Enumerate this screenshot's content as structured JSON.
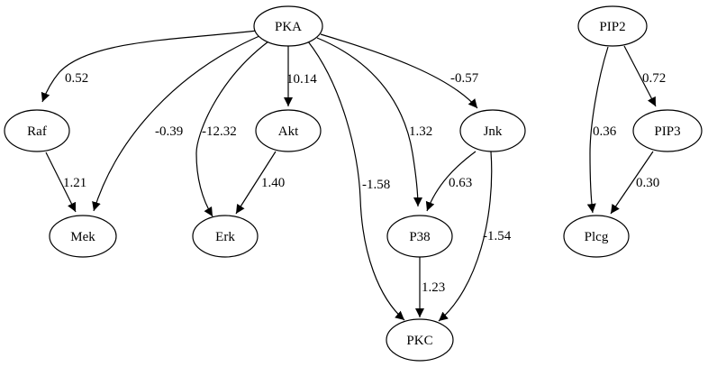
{
  "nodes": {
    "pka": "PKA",
    "raf": "Raf",
    "akt": "Akt",
    "jnk": "Jnk",
    "mek": "Mek",
    "erk": "Erk",
    "p38": "P38",
    "pkc": "PKC",
    "pip2": "PIP2",
    "pip3": "PIP3",
    "plcg": "Plcg"
  },
  "edges": {
    "pka_raf": "0.52",
    "pka_mek": "-0.39",
    "pka_erk": "-12.32",
    "pka_akt": "10.14",
    "pka_pkc": "-1.58",
    "pka_p38": "1.32",
    "pka_jnk": "-0.57",
    "raf_mek": "1.21",
    "akt_erk": "1.40",
    "jnk_p38": "0.63",
    "jnk_pkc": "-1.54",
    "p38_pkc": "1.23",
    "pip2_pip3": "0.72",
    "pip2_plcg": "0.36",
    "pip3_plcg": "0.30"
  }
}
